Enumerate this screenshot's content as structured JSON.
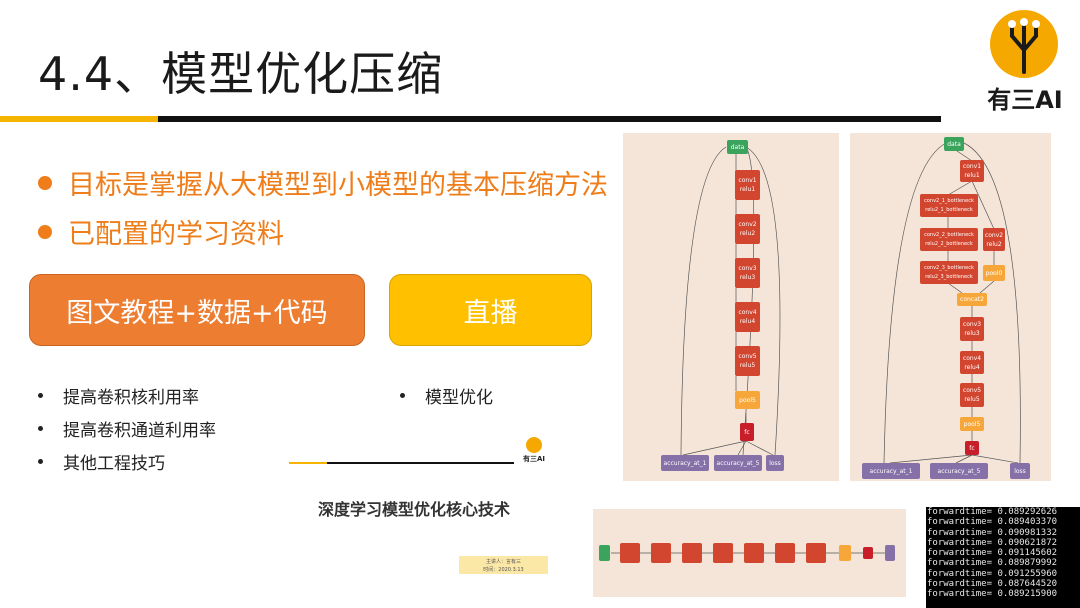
{
  "title": "4.4、模型优化压缩",
  "logo": {
    "text": "有三AI"
  },
  "bullets": [
    "目标是掌握从大模型到小模型的基本压缩方法",
    "已配置的学习资料"
  ],
  "buttons": {
    "tutorial": "图文教程+数据+代码",
    "live": "直播"
  },
  "tutorial_items": [
    "提高卷积核利用率",
    "提高卷积通道利用率",
    "其他工程技巧"
  ],
  "live_items": [
    "模型优化"
  ],
  "mini_slide": {
    "logo_text": "有三AI",
    "title": "深度学习模型优化核心技术",
    "presenter": "主讲人：言有三",
    "date": "时间：2020.3.13"
  },
  "graph_left": {
    "nodes": {
      "data": "data",
      "conv1": "conv1",
      "relu1": "relu1",
      "conv2": "conv2",
      "relu2": "relu2",
      "conv3": "conv3",
      "relu3": "relu3",
      "conv4": "conv4",
      "relu4": "relu4",
      "conv5": "conv5",
      "relu5": "relu5",
      "pool5": "pool5",
      "fc": "fc",
      "acc1": "accuracy_at_1",
      "acc5": "accuracy_at_5",
      "loss": "loss"
    }
  },
  "graph_right": {
    "nodes": {
      "data": "data",
      "conv1": "conv1",
      "relu1": "relu1",
      "c21": "conv2_1_bottleneck",
      "r21": "relu2_1_bottleneck",
      "c22": "conv2_2_bottleneck",
      "r22": "relu2_2_bottleneck",
      "c23": "conv2_3_bottleneck",
      "r23": "relu2_3_bottleneck",
      "conv2": "conv2",
      "relu2": "relu2",
      "pool0": "pool0",
      "concat2": "concat2",
      "conv3": "conv3",
      "relu3": "relu3",
      "conv4": "conv4",
      "relu4": "relu4",
      "conv5": "conv5",
      "relu5": "relu5",
      "pool5": "pool5",
      "fc": "fc",
      "acc1": "accuracy_at_1",
      "acc5": "accuracy_at_5",
      "loss": "loss"
    }
  },
  "terminal": {
    "lines": [
      "forwardtime= 0.089292626",
      "forwardtime= 0.089403370",
      "forwardtime= 0.090981332",
      "forwardtime= 0.090621872",
      "forwardtime= 0.091145602",
      "forwardtime= 0.089879992",
      "forwardtime= 0.091255960",
      "forwardtime= 0.087644520",
      "forwardtime= 0.089215900"
    ]
  },
  "colors": {
    "accent_orange": "#ee7d1a",
    "button_orange": "#ed7d31",
    "button_yellow": "#ffc000",
    "node_red": "#d2452e",
    "node_green": "#3aa35c",
    "node_purple": "#8670a8"
  }
}
